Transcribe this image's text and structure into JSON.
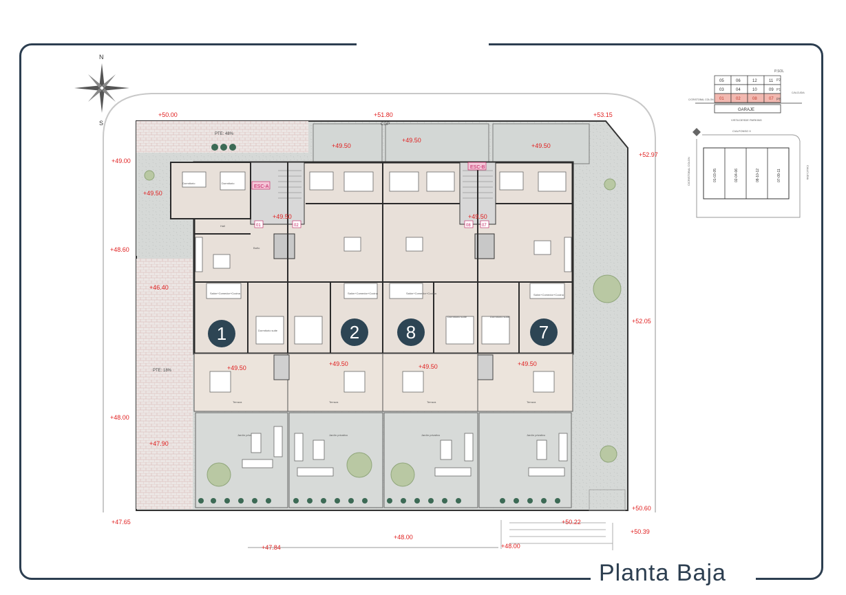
{
  "title": "Planta Baja",
  "compass": {
    "north": "N",
    "south": "S"
  },
  "units": [
    {
      "number": "1"
    },
    {
      "number": "2"
    },
    {
      "number": "8"
    },
    {
      "number": "7"
    }
  ],
  "stairs": [
    {
      "label": "ESC-A",
      "doors": [
        "01",
        "02"
      ]
    },
    {
      "label": "ESC-B",
      "doors": [
        "08",
        "07"
      ]
    }
  ],
  "levels": {
    "top_left": "+50.00",
    "top_mid": "+51.80",
    "top_right": "+53.15",
    "left_1": "+49.00",
    "left_2": "+49.50",
    "left_3": "+48.60",
    "left_4": "+46.40",
    "left_5": "+48.00",
    "left_6": "+47.90",
    "bottom_left": "+47.65",
    "bottom_mid": "+48.00",
    "bottom_mid2": "+47.84",
    "bottom_right1": "+48.00",
    "bottom_right2": "+50.22",
    "bottom_right3": "+50.39",
    "right_1": "+52.97",
    "right_2": "+52.05",
    "right_3": "+50.60",
    "garden_1": "+49.50",
    "garden_2": "+49.50",
    "garden_3": "+49.50",
    "hall_a": "+49.50",
    "hall_b": "+49.50",
    "terrace_1": "+49.50",
    "terrace_2": "+49.50",
    "terrace_3": "+49.50",
    "terrace_4": "+49.50"
  },
  "slopes": {
    "top": "PTE: 48%",
    "left": "PTE: 18%"
  },
  "cgp": "CGP",
  "key_grid": {
    "rows": [
      {
        "cells": [
          "05",
          "06",
          "12",
          "11"
        ],
        "floor": "P2"
      },
      {
        "cells": [
          "03",
          "04",
          "10",
          "09"
        ],
        "floor": "P1"
      },
      {
        "cells": [
          "01",
          "02",
          "08",
          "07"
        ],
        "floor": "PB"
      }
    ],
    "top_floor": "P.SOL",
    "garage": "GARAJE",
    "left_label": "C/CRISTOBAL COLON",
    "right_label": "C/ALCUDIA",
    "caption": "VISTA DESDE PARKING"
  },
  "site_plan": {
    "top_label": "C/ALFONSO X",
    "left_label": "C/CRISTOBAL COLON",
    "right_label": "C/ALCUDIA",
    "blocks": [
      "01-03-05",
      "02-04-06",
      "08-10-12",
      "07-09-11"
    ]
  },
  "rooms": {
    "dormitorio": "Dormitorio",
    "bano": "Baño",
    "hall": "Hall",
    "salon": "Salón+Comedor+Cocina",
    "suite": "Dormitorio suite",
    "terraza": "Terraza",
    "jardin": "Jardín privativo"
  }
}
